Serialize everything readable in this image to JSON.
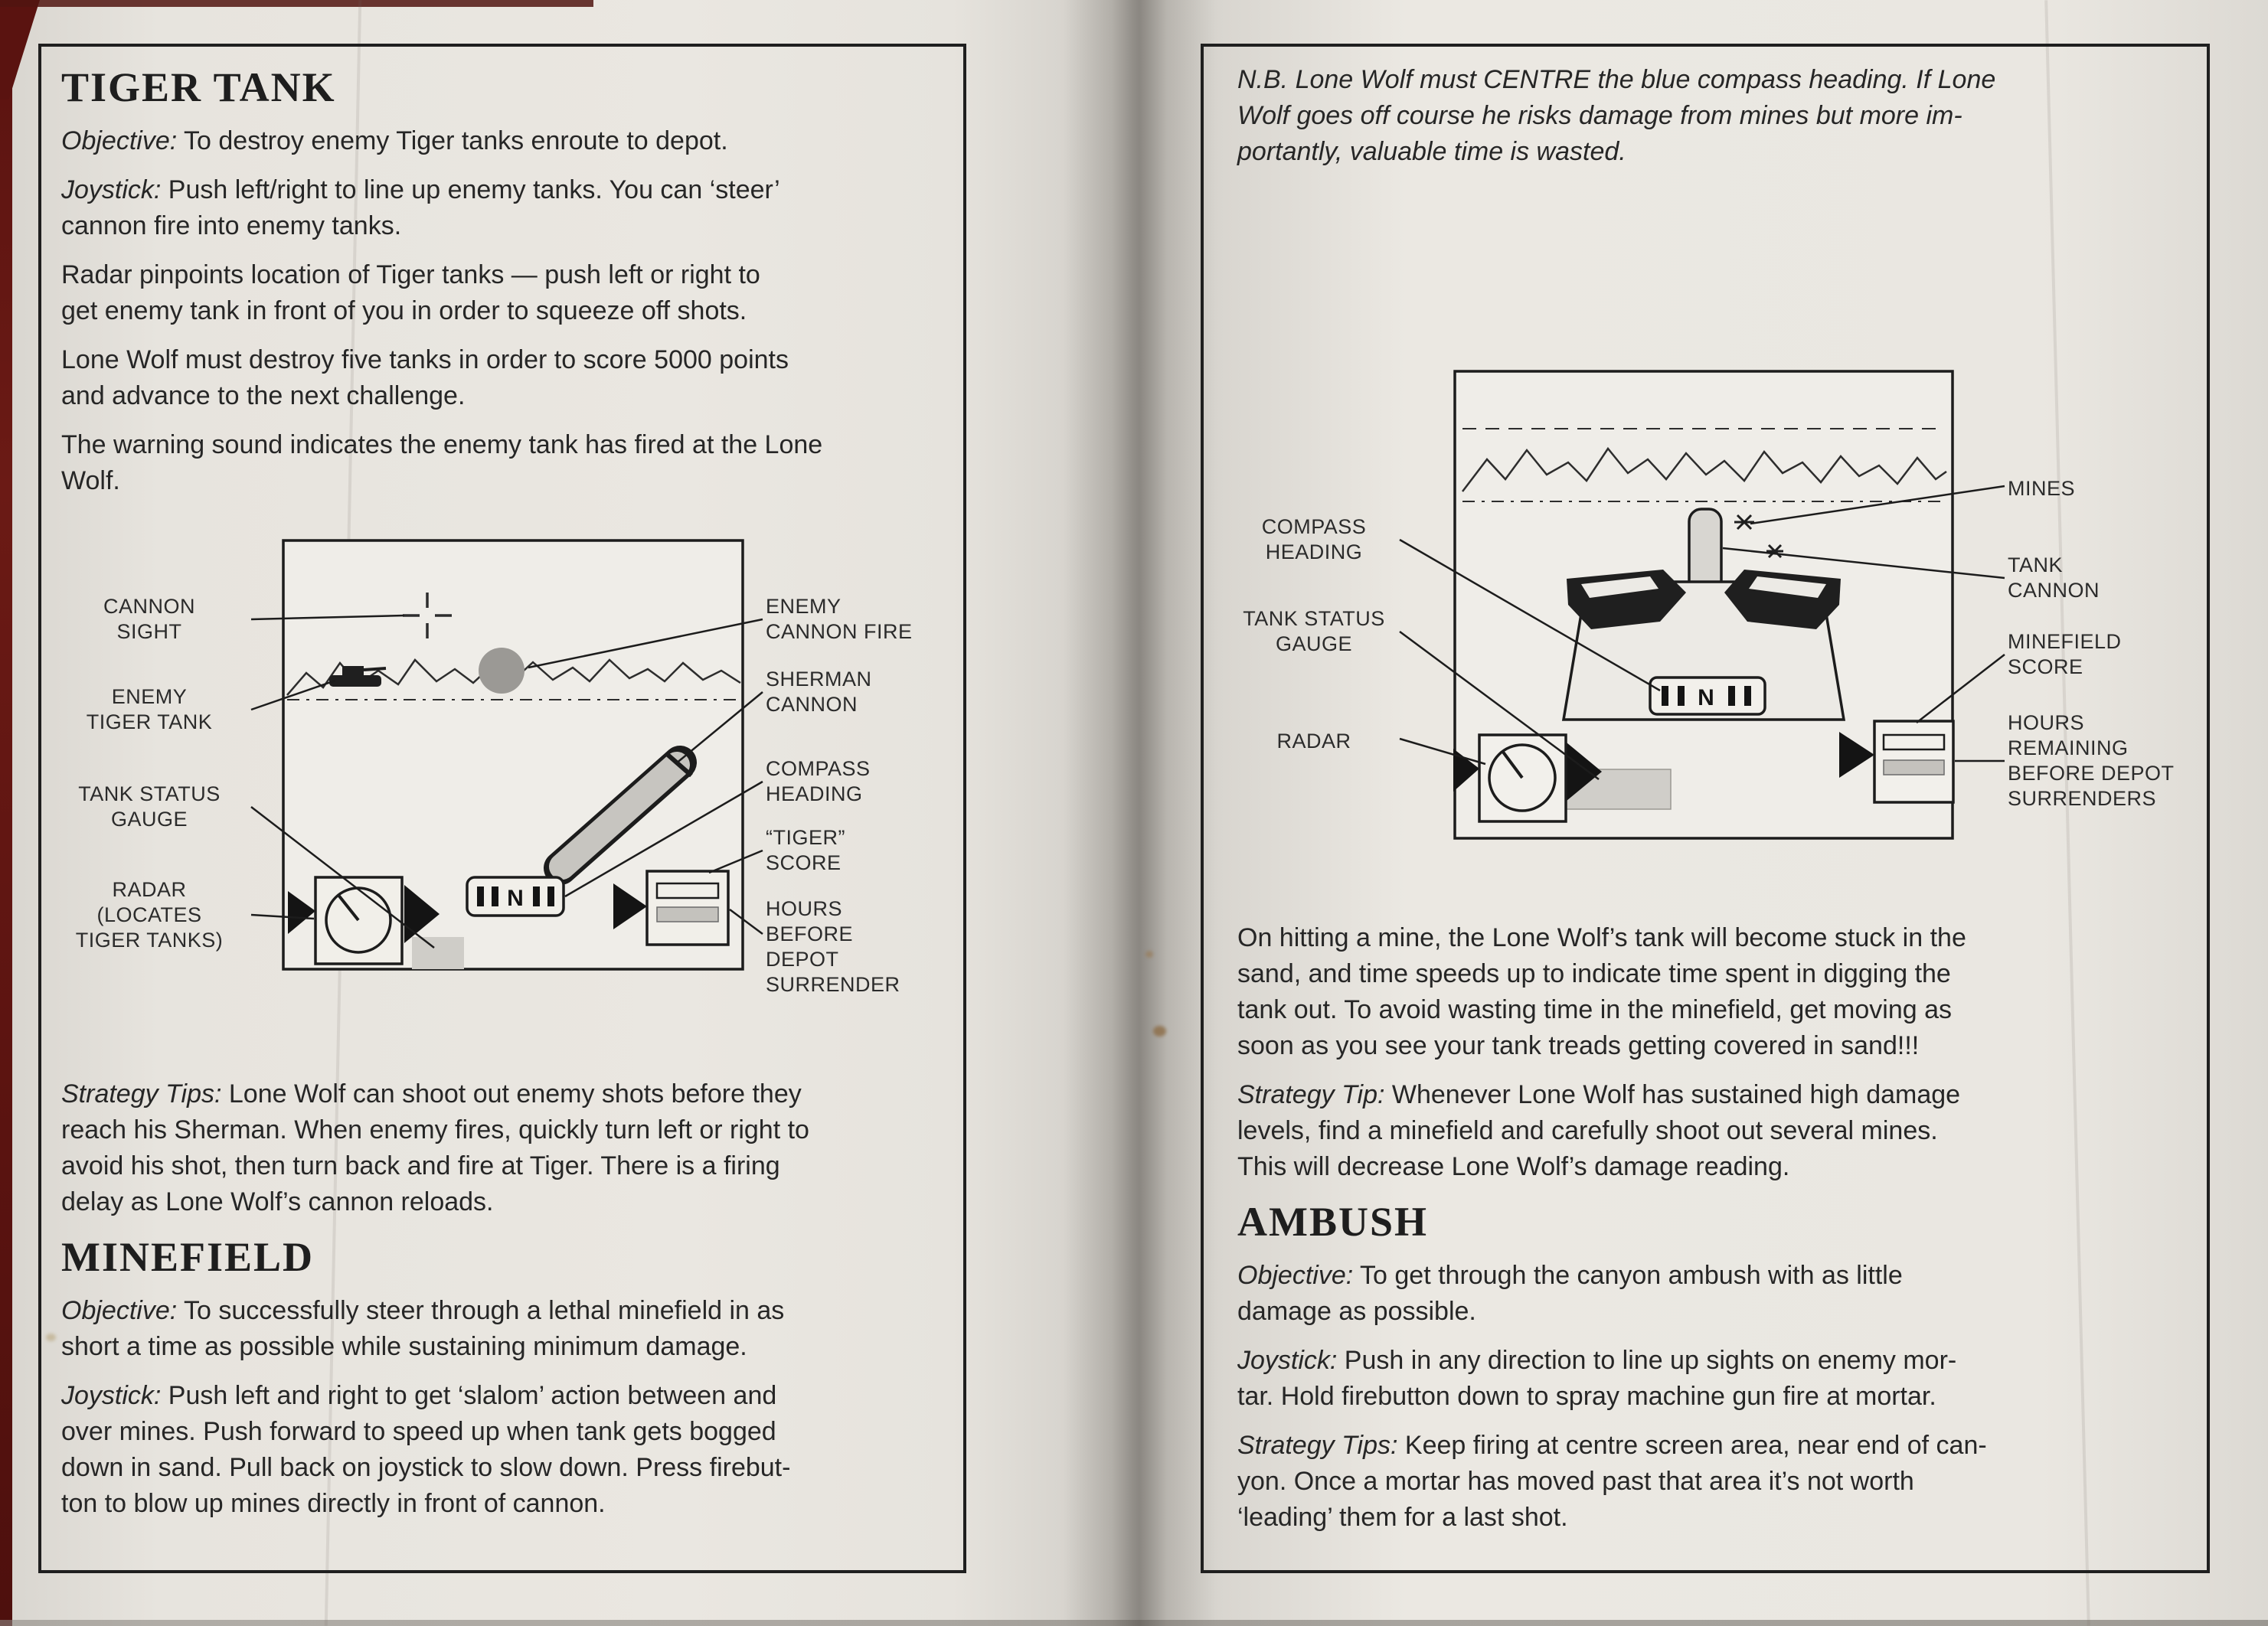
{
  "left_page": {
    "tiger_tank": {
      "heading": "TIGER TANK",
      "objective_lead": "Objective:",
      "objective_text": " To destroy enemy Tiger tanks enroute to depot.",
      "joystick_lead": "Joystick:",
      "joystick_text": " Push left/right to line up enemy tanks. You can ‘steer’\ncannon fire into enemy tanks.",
      "radar_text": "Radar pinpoints location of Tiger tanks — push left or right to\nget enemy tank in front of you in order to squeeze off shots.",
      "score_text": "Lone Wolf must destroy five tanks in order to score 5000 points\nand advance to the next challenge.",
      "warning_text": "The warning sound indicates the enemy tank has fired at the Lone\nWolf.",
      "strategy_lead": "Strategy Tips:",
      "strategy_text": " Lone Wolf can shoot out enemy shots before they\nreach his Sherman. When enemy fires, quickly turn left or right to\navoid his shot, then turn back and fire at Tiger. There is a firing\ndelay as Lone Wolf’s cannon reloads."
    },
    "minefield": {
      "heading": "MINEFIELD",
      "objective_lead": "Objective:",
      "objective_text": " To successfully steer through a lethal minefield in as\nshort a time as possible while sustaining minimum damage.",
      "joystick_lead": "Joystick:",
      "joystick_text": " Push left and right to get ‘slalom’ action between and\nover mines. Push forward to speed up when tank gets bogged\ndown in sand. Pull back on joystick to slow down. Press firebut-\nton to blow up mines directly in front of cannon."
    },
    "diagram": {
      "compass_letter": "N",
      "labels": {
        "cannon_sight": "CANNON\nSIGHT",
        "enemy_tiger_tank": "ENEMY\nTIGER TANK",
        "tank_status_gauge": "TANK STATUS\nGAUGE",
        "radar": "RADAR\n(LOCATES\nTIGER TANKS)",
        "enemy_cannon_fire": "ENEMY\nCANNON FIRE",
        "sherman_cannon": "SHERMAN\nCANNON",
        "compass_heading": "COMPASS\nHEADING",
        "tiger_score": "“TIGER”\nSCORE",
        "hours_before": "HOURS BEFORE\nDEPOT\nSURRENDER"
      }
    }
  },
  "right_page": {
    "nb_text": "N.B. Lone Wolf must CENTRE the blue compass heading. If Lone\nWolf goes off course he risks damage from mines but more im-\nportantly, valuable time is wasted.",
    "mine_text": "On hitting a mine, the Lone Wolf’s tank will become stuck in the\nsand, and time speeds up to indicate time spent in digging the\ntank out. To avoid wasting time in the minefield, get moving as\nsoon as you see your tank treads getting covered in sand!!!",
    "strategy_lead": "Strategy Tip:",
    "strategy_text": " Whenever Lone Wolf has sustained high damage\nlevels, find a minefield and carefully shoot out several mines.\nThis will decrease Lone Wolf’s damage reading.",
    "ambush": {
      "heading": "AMBUSH",
      "objective_lead": "Objective:",
      "objective_text": " To get through the canyon ambush with as little\ndamage as possible.",
      "joystick_lead": "Joystick:",
      "joystick_text": " Push in any direction to line up sights on enemy mor-\ntar. Hold firebutton down to spray machine gun fire at mortar.",
      "strategy_lead": "Strategy Tips:",
      "strategy_text": " Keep firing at centre screen area, near end of can-\nyon. Once a mortar has moved past that area it’s not worth\n‘leading’ them for a last shot."
    },
    "diagram": {
      "compass_letter": "N",
      "labels": {
        "compass_heading": "COMPASS\nHEADING",
        "tank_status_gauge": "TANK STATUS\nGAUGE",
        "radar": "RADAR",
        "mines": "MINES",
        "tank_cannon": "TANK\nCANNON",
        "minefield_score": "MINEFIELD\nSCORE",
        "hours_remaining": "HOURS\nREMAINING\nBEFORE DEPOT\nSURRENDERS"
      }
    }
  }
}
